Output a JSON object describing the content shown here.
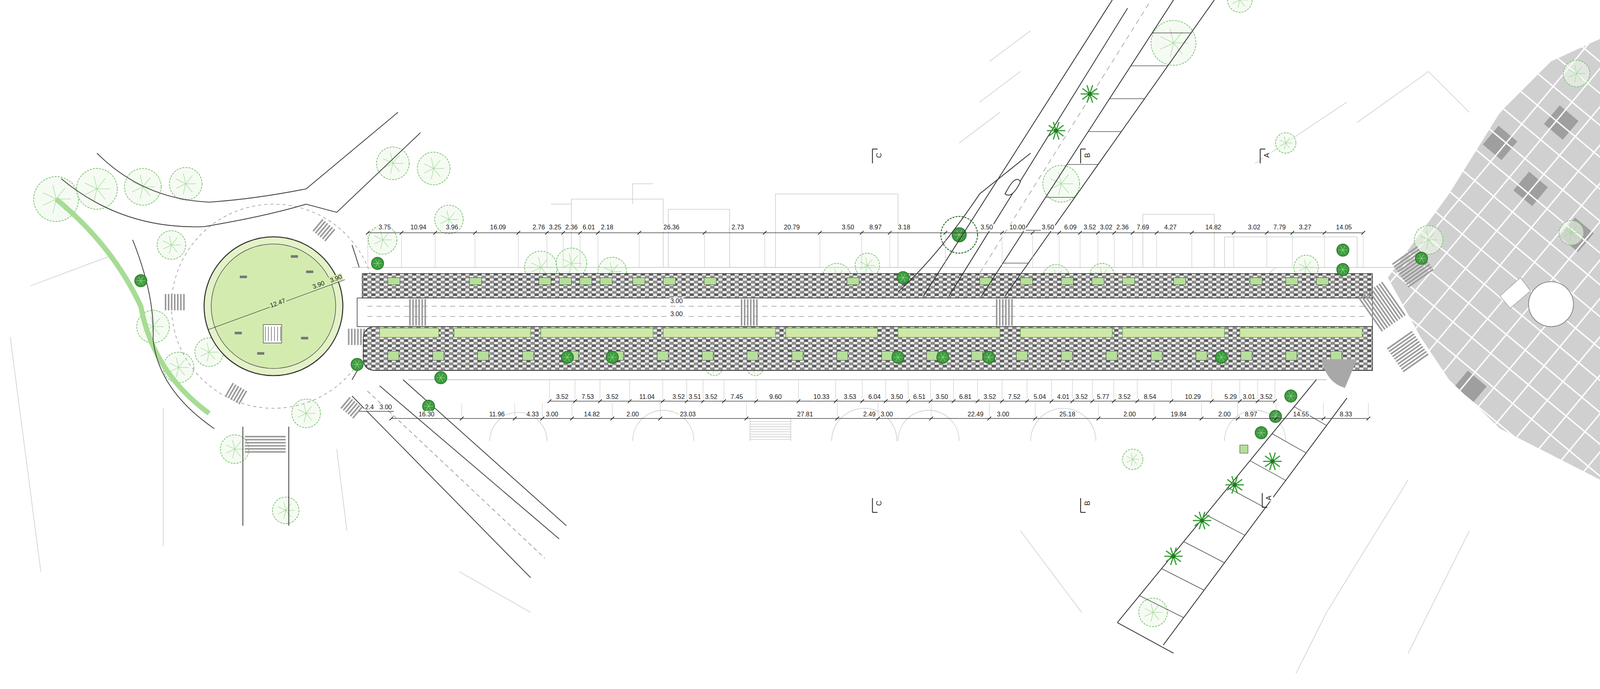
{
  "diagram": {
    "labels": [
      "3.75",
      "10.94",
      "3.96",
      "16.09",
      "2.76",
      "3.25",
      "2.36",
      "6.01",
      "2.18",
      "26.36",
      "2.73",
      "20.79",
      "3.50",
      "8.97",
      "3.18",
      "3.50",
      "10.00",
      "3.50",
      "6.09",
      "3.52",
      "3.02",
      "2.36",
      "7.69",
      "4.27",
      "14.82",
      "3.02",
      "7.79",
      "3.27",
      "14.05",
      "3.52",
      "7.53",
      "3.52",
      "11.04",
      "3.52",
      "3.51",
      "3.52",
      "7.45",
      "9.60",
      "10.33",
      "3.53",
      "6.04",
      "3.50",
      "6.51",
      "3.50",
      "6.81",
      "3.52",
      "7.52",
      "5.04",
      "4.01",
      "3.52",
      "5.77",
      "3.52",
      "8.54",
      "10.29",
      "5.29",
      "3.01",
      "3.52",
      "2.4",
      "3.00",
      "16.30",
      "11.96",
      "4.33",
      "3.00",
      "14.82",
      "2.00",
      "23.03",
      "27.81",
      "2.49",
      "3.00",
      "22.49",
      "3.00",
      "25.18",
      "2.00",
      "19.84",
      "2.00",
      "8.97",
      "14.55",
      "8.33",
      "12.47",
      "3.90",
      "3.90",
      "3.00",
      "3.00",
      "C",
      "B",
      "A",
      "C",
      "B",
      "A"
    ]
  }
}
